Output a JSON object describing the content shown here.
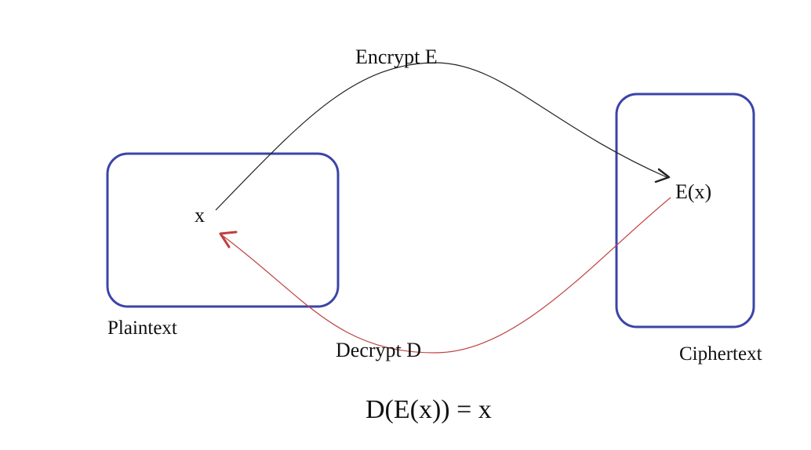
{
  "labels": {
    "encrypt": "Encrypt  E",
    "decrypt": "Decrypt  D",
    "plaintext_set": "Plaintext",
    "ciphertext_set": "Ciphertext",
    "element_x": "x",
    "element_ex": "E(x)",
    "equation": "D(E(x)) = x"
  },
  "colors": {
    "box_border": "#3b44a8",
    "encrypt_arrow": "#222222",
    "decrypt_arrow": "#c0403f"
  }
}
